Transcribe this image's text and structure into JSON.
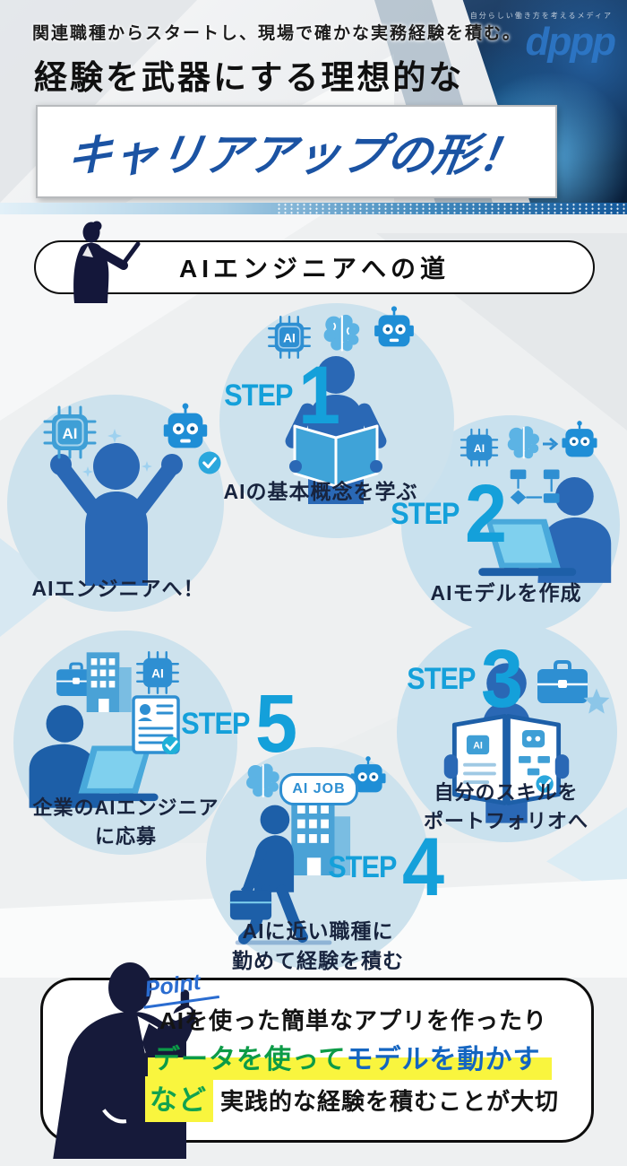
{
  "header": {
    "tagline": "関連職種からスタートし、現場で確かな実務経験を積む。",
    "title": "経験を武器にする理想的な",
    "script_title": "キャリアアップの形！",
    "watermark_tagline": "自分らしい働き方を考えるメディア",
    "watermark_logo": "dppp"
  },
  "roadmap": {
    "banner": "AIエンジニアへの道",
    "step_label": "STEP",
    "ai_chip_label": "AI",
    "ai_job_label": "AI JOB",
    "goal_caption": "AIエンジニアへ！",
    "steps": [
      {
        "num": "1",
        "lines": [
          "AIの基本概念を学ぶ"
        ]
      },
      {
        "num": "2",
        "lines": [
          "AIモデルを作成"
        ]
      },
      {
        "num": "3",
        "lines": [
          "自分のスキルを",
          "ポートフォリオへ"
        ]
      },
      {
        "num": "4",
        "lines": [
          "AIに近い職種に",
          "勤めて経験を積む"
        ]
      },
      {
        "num": "5",
        "lines": [
          "企業のAIエンジニア",
          "に応募"
        ]
      }
    ]
  },
  "point_box": {
    "point_label": "Point",
    "line1": "AIを使った簡単なアプリを作ったり",
    "line2_part1": "データを使って",
    "line2_part2": "モデルを動かす",
    "line3_highlight": "など",
    "line3_rest": "実践的な経験を積むことが大切"
  },
  "colors": {
    "step_accent": "#14a0da",
    "person_blue": "#2a68b5",
    "silhouette_navy": "#14173a",
    "bubble_blue": "#cde2ed",
    "highlight_yellow": "#f9f53e",
    "highlight_green": "#0c9b47",
    "highlight_blue": "#1465c1",
    "script_blue": "#1b53a3",
    "band_blue": "#14599b"
  }
}
